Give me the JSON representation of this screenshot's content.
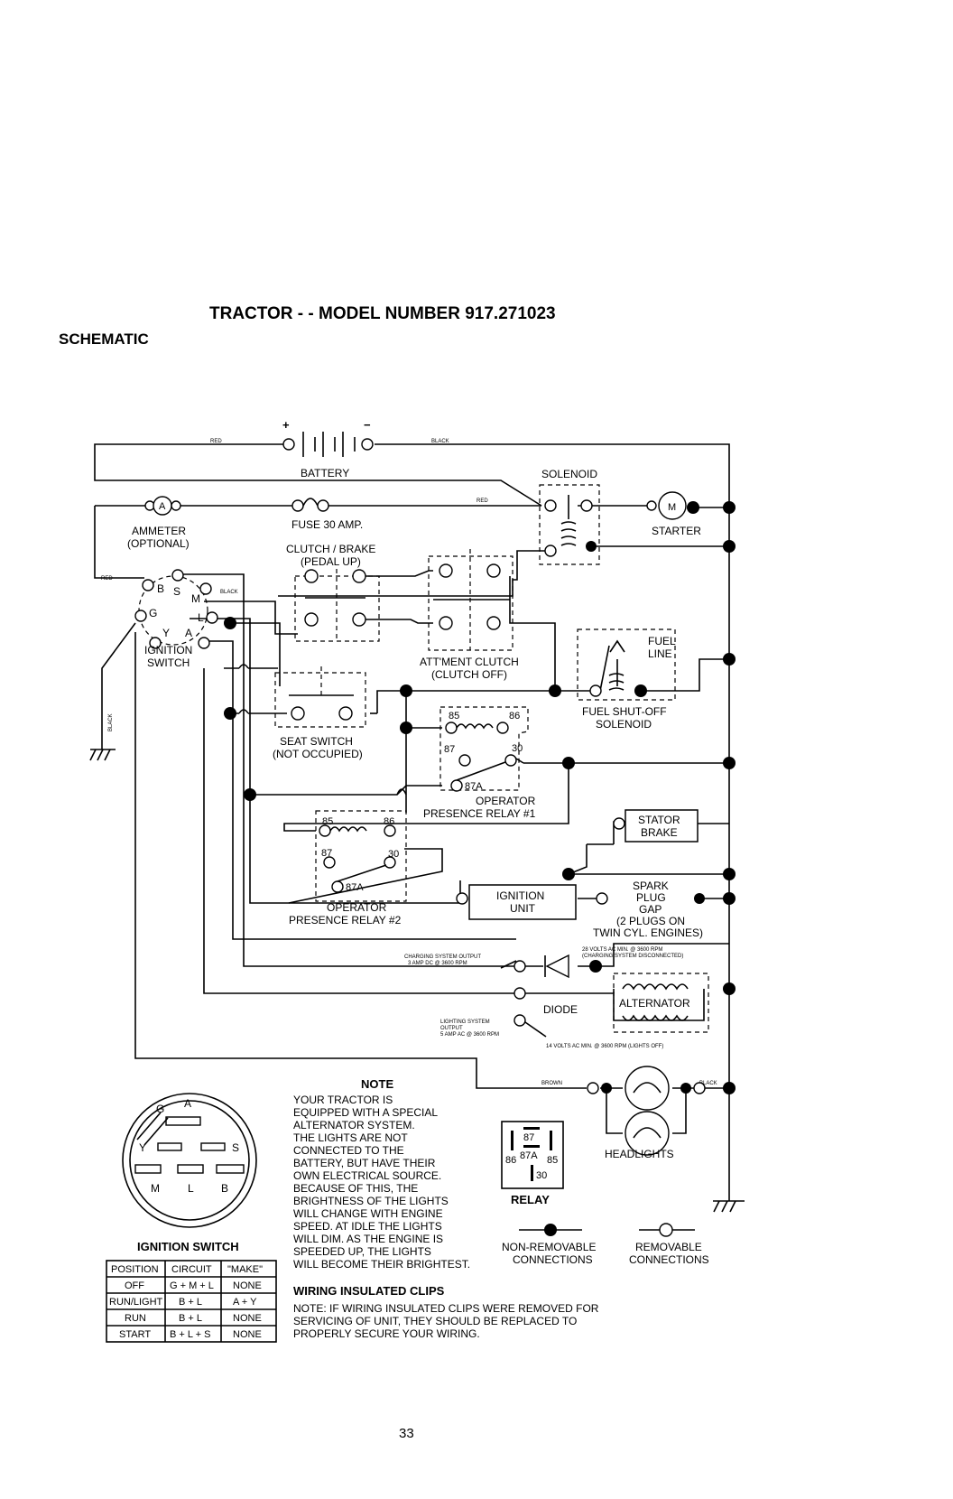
{
  "page": {
    "title": "TRACTOR - - MODEL NUMBER 917.271023",
    "section": "SCHEMATIC",
    "page_number": "33"
  },
  "wires": {
    "red": "RED",
    "black": "BLACK",
    "brown": "BROWN"
  },
  "components": {
    "battery": "BATTERY",
    "battery_plus": "+",
    "battery_minus": "−",
    "solenoid": "SOLENOID",
    "ammeter": "AMMETER",
    "ammeter_optional": "(OPTIONAL)",
    "ammeter_symbol": "A",
    "fuse": "FUSE 30 AMP.",
    "starter": "STARTER",
    "starter_symbol": "M",
    "clutch_brake": "CLUTCH / BRAKE",
    "clutch_brake_sub": "(PEDAL UP)",
    "attment_clutch": "ATT'MENT CLUTCH",
    "attment_clutch_sub": "(CLUTCH OFF)",
    "fuel_line": [
      "FUEL",
      "LINE"
    ],
    "fuel_solenoid": [
      "FUEL SHUT-OFF",
      "SOLENOID"
    ],
    "ignition_switch": [
      "IGNITION",
      "SWITCH"
    ],
    "seat_switch": [
      "SEAT SWITCH",
      "(NOT OCCUPIED)"
    ],
    "relay1": [
      "OPERATOR",
      "PRESENCE RELAY #1"
    ],
    "relay2": [
      "OPERATOR",
      "PRESENCE RELAY #2"
    ],
    "relay_terminals": [
      "85",
      "86",
      "87",
      "30",
      "87A"
    ],
    "stator_brake": [
      "STATOR",
      "BRAKE"
    ],
    "ignition_unit": [
      "IGNITION",
      "UNIT"
    ],
    "spark_plug": [
      "SPARK",
      "PLUG",
      "GAP",
      "(2 PLUGS ON",
      "TWIN CYL. ENGINES)"
    ],
    "diode": "DIODE",
    "alternator": "ALTERNATOR",
    "charging_output": [
      "CHARGING SYSTEM OUTPUT",
      "3 AMP DC @ 3600 RPM"
    ],
    "ac_output_28": [
      "28 VOLTS AC MIN. @ 3600 RPM",
      "(CHARGING SYSTEM DISCONNECTED)"
    ],
    "lighting_output": [
      "LIGHTING SYSTEM",
      "OUTPUT",
      "5 AMP AC @ 3600 RPM"
    ],
    "ac_output_14": "14 VOLTS AC MIN. @ 3600 RPM (LIGHTS OFF)",
    "headlights": "HEADLIGHTS",
    "switch_terminals": [
      "B",
      "S",
      "M",
      "G",
      "L",
      "Y",
      "A"
    ]
  },
  "ignition_switch_detail": {
    "title": "IGNITION SWITCH",
    "terminals": [
      "G",
      "A",
      "Y",
      "S",
      "M",
      "L",
      "B"
    ],
    "table": {
      "headers": [
        "POSITION",
        "CIRCUIT",
        "\"MAKE\""
      ],
      "rows": [
        [
          "OFF",
          "G + M + L",
          "NONE"
        ],
        [
          "RUN/LIGHT",
          "B + L",
          "A + Y"
        ],
        [
          "RUN",
          "B + L",
          "NONE"
        ],
        [
          "START",
          "B + L + S",
          "NONE"
        ]
      ]
    }
  },
  "relay_detail": {
    "title": "RELAY",
    "terminals": [
      "87",
      "87A",
      "86",
      "85",
      "30"
    ]
  },
  "legend": {
    "non_removable": [
      "NON-REMOVABLE",
      "CONNECTIONS"
    ],
    "removable": [
      "REMOVABLE",
      "CONNECTIONS"
    ]
  },
  "note": {
    "title": "NOTE",
    "lines": [
      "YOUR TRACTOR IS",
      "EQUIPPED WITH A SPECIAL",
      "ALTERNATOR SYSTEM.",
      "THE LIGHTS ARE NOT",
      "CONNECTED TO THE",
      "BATTERY, BUT HAVE THEIR",
      "OWN ELECTRICAL SOURCE.",
      "BECAUSE OF THIS, THE",
      "BRIGHTNESS OF THE LIGHTS",
      "WILL CHANGE WITH ENGINE",
      "SPEED. AT IDLE THE LIGHTS",
      "WILL DIM. AS THE ENGINE IS",
      "SPEEDED UP, THE LIGHTS",
      "WILL BECOME THEIR BRIGHTEST."
    ]
  },
  "clips": {
    "title": "WIRING INSULATED CLIPS",
    "lines": [
      "NOTE: IF WIRING INSULATED CLIPS WERE REMOVED FOR",
      "SERVICING OF UNIT, THEY SHOULD BE REPLACED TO",
      "PROPERLY SECURE YOUR WIRING."
    ]
  }
}
